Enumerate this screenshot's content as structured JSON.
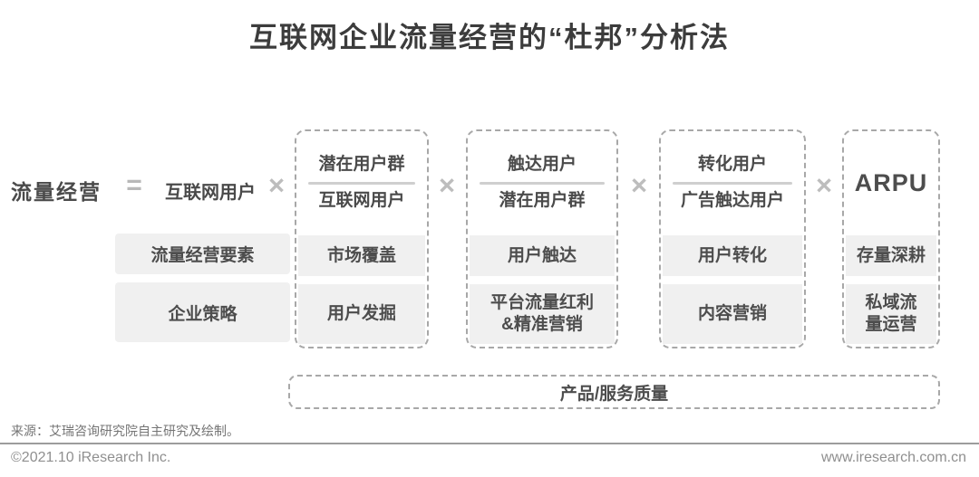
{
  "title": "互联网企业流量经营的“杜邦”分析法",
  "formula": {
    "result": "流量经营",
    "equals": "=",
    "first_term": "互联网用户",
    "multiply": "×",
    "fractions": [
      {
        "numerator": "潜在用户群",
        "denominator": "互联网用户"
      },
      {
        "numerator": "触达用户",
        "denominator": "潜在用户群"
      },
      {
        "numerator": "转化用户",
        "denominator": "广告触达用户"
      }
    ],
    "final_term": "ARPU"
  },
  "rows": [
    {
      "label": "流量经营要素",
      "cells": [
        "市场覆盖",
        "用户触达",
        "用户转化",
        "存量深耕"
      ]
    },
    {
      "label": "企业策略",
      "cells": [
        "用户发掘",
        "平台流量红利\n&精准营销",
        "内容营销",
        "私域流\n量运营"
      ]
    }
  ],
  "bottom_box": {
    "label": "产品/服务质量"
  },
  "source": "来源：艾瑞咨询研究院自主研究及绘制。",
  "footer": {
    "copyright": "©2021.10 iResearch Inc.",
    "website": "www.iresearch.com.cn"
  },
  "colors": {
    "title_text": "#3c3c3c",
    "body_text": "#4d4d4d",
    "operator_gray": "#b8b8b8",
    "cell_background": "#f0f0f0",
    "dashed_border": "#a8a8a8",
    "fraction_divider": "#cfcfcf",
    "footer_text": "#8f8f8f"
  }
}
